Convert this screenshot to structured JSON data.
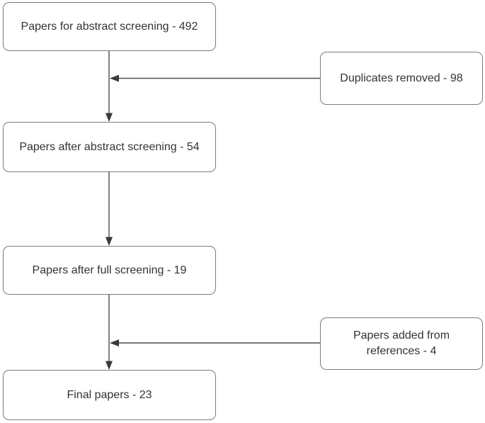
{
  "flowchart": {
    "nodes": [
      {
        "id": "papers-for-abstract-screening",
        "label": "Papers for abstract screening - 492"
      },
      {
        "id": "duplicates-removed",
        "label": "Duplicates removed - 98"
      },
      {
        "id": "papers-after-abstract-screening",
        "label": "Papers after abstract screening - 54"
      },
      {
        "id": "papers-after-full-screening",
        "label": "Papers after full screening - 19"
      },
      {
        "id": "papers-added-from-references",
        "label": "Papers added from references - 4"
      },
      {
        "id": "final-papers",
        "label": "Final papers - 23"
      }
    ],
    "colors": {
      "background": "#ffffff",
      "node_fill": "#ffffff",
      "node_border": "#7b7b7b",
      "connector": "#4d4d4d",
      "arrowhead": "#3a3a3a",
      "text": "#333333"
    }
  }
}
